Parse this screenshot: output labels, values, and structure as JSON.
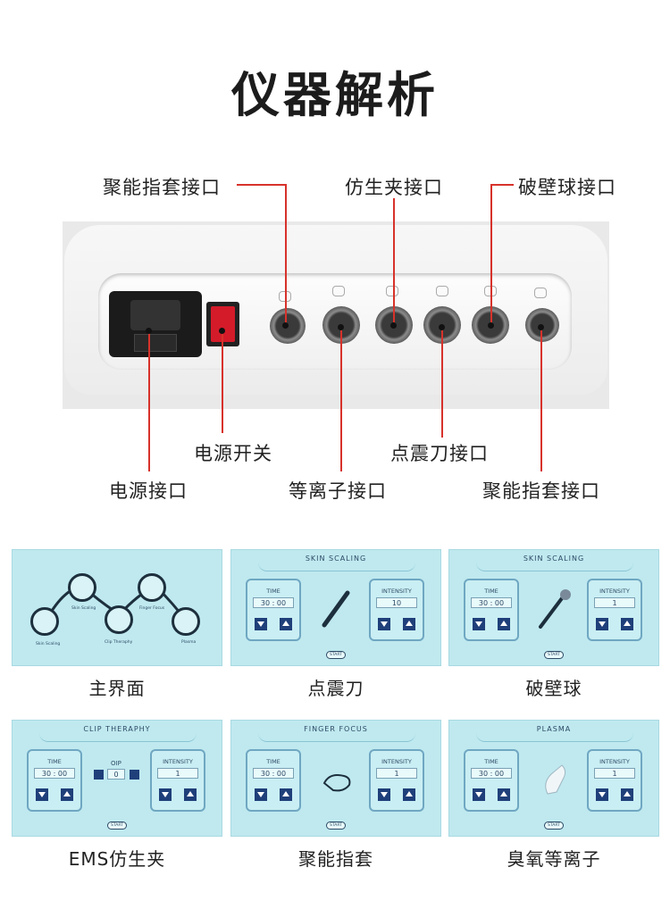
{
  "title": "仪器解析",
  "callouts": {
    "top": [
      "聚能指套接口",
      "仿生夹接口",
      "破壁球接口"
    ],
    "middle": [
      "电源开关",
      "点震刀接口"
    ],
    "bottom": [
      "电源接口",
      "等离子接口",
      "聚能指套接口"
    ]
  },
  "screens": [
    {
      "caption": "主界面",
      "menu": [
        "Skin Scaling",
        "Clip Theraphy",
        "Finger Focus",
        "Plasma"
      ]
    },
    {
      "caption": "点震刀",
      "header": "SKIN  SCALING",
      "time_label": "TIME",
      "time_value": "30 : 00",
      "intensity_label": "INTENSITY",
      "intensity_value": "10",
      "start": "START"
    },
    {
      "caption": "破壁球",
      "header": "SKIN  SCALING",
      "time_label": "TIME",
      "time_value": "30 : 00",
      "intensity_label": "INTENSITY",
      "intensity_value": "1",
      "start": "START"
    },
    {
      "caption": "EMS仿生夹",
      "header": "CLIP  THERAPHY",
      "time_label": "TIME",
      "time_value": "30 : 00",
      "oip_label": "OIP",
      "oip_value": "0",
      "intensity_label": "INTENSITY",
      "intensity_value": "1",
      "start": "START"
    },
    {
      "caption": "聚能指套",
      "header": "FINGER  FOCUS",
      "time_label": "TIME",
      "time_value": "30 : 00",
      "intensity_label": "INTENSITY",
      "intensity_value": "1",
      "start": "START"
    },
    {
      "caption": "臭氧等离子",
      "header": "PLASMA",
      "time_label": "TIME",
      "time_value": "30 : 00",
      "intensity_label": "INTENSITY",
      "intensity_value": "1",
      "start": "START"
    }
  ],
  "colors": {
    "accent_line": "#d7322b",
    "screen_bg": "#bfe9ef",
    "button_dark": "#1f3f7a"
  }
}
